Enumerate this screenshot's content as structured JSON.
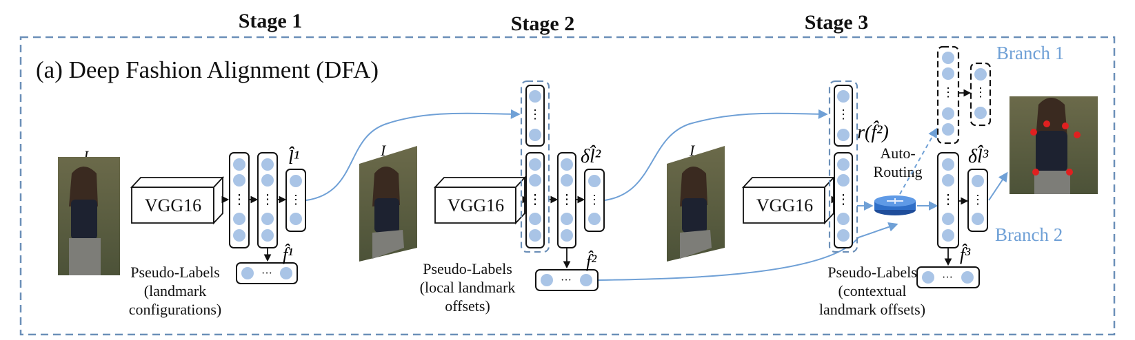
{
  "stages": [
    "Stage 1",
    "Stage 2",
    "Stage 3"
  ],
  "title": "(a) Deep Fashion Alignment (DFA)",
  "input_symbol": "I",
  "backbone": "VGG16",
  "stage1": {
    "output_label": "l̂¹",
    "feature_label": "f̂¹",
    "caption": [
      "Pseudo-Labels",
      "(landmark",
      "configurations)"
    ]
  },
  "stage2": {
    "output_label": "δl̂²",
    "feature_label": "f̂²",
    "caption": [
      "Pseudo-Labels",
      "(local landmark",
      "offsets)"
    ]
  },
  "stage3": {
    "output_label": "δl̂³",
    "feature_label": "f̂³",
    "routing_expr": "r(f̂²)",
    "routing_text": [
      "Auto-",
      "Routing"
    ],
    "caption": [
      "Pseudo-Labels",
      "(contextual",
      "landmark offsets)"
    ]
  },
  "branches": [
    "Branch 1",
    "Branch 2"
  ],
  "colors": {
    "node_fill": "#a9c4e6",
    "arrow_blue": "#6fa0d6",
    "dashed_border": "#6b8fb8",
    "landmark_dot": "#e02020"
  }
}
